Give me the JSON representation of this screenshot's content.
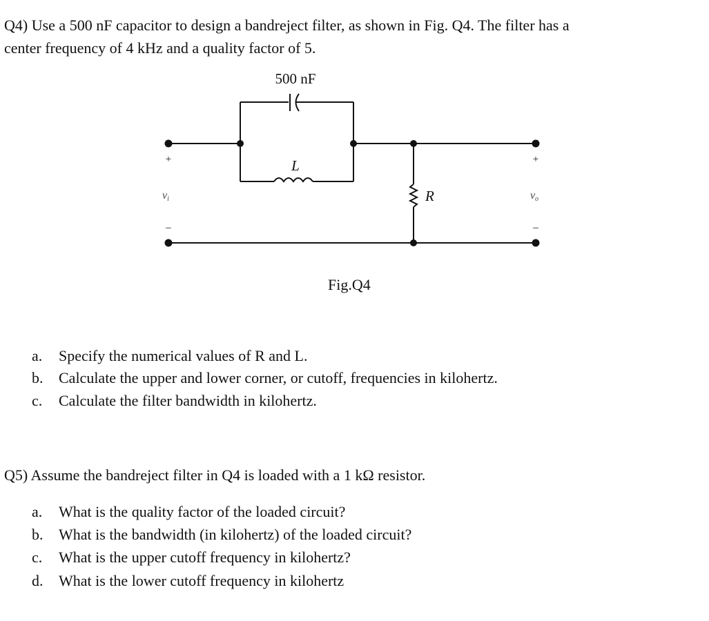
{
  "q4": {
    "line1": "Q4) Use a 500 nF capacitor to design a bandreject filter, as shown in Fig. Q4. The filter has a",
    "line2": "center frequency of 4 kHz and a quality factor of 5.",
    "figure": {
      "capacitor_label": "500 nF",
      "inductor_label": "L",
      "resistor_label": "R",
      "input_label": "v",
      "input_sub": "i",
      "output_label": "v",
      "output_sub": "o",
      "plus": "+",
      "minus": "–",
      "caption": "Fig.Q4"
    },
    "items": [
      {
        "marker": "a.",
        "text": "Specify the numerical values of R and L."
      },
      {
        "marker": "b.",
        "text": "Calculate the upper and lower corner, or cutoff, frequencies in kilohertz."
      },
      {
        "marker": "c.",
        "text": "Calculate the filter bandwidth in kilohertz."
      }
    ]
  },
  "q5": {
    "line1": "Q5) Assume the bandreject filter in Q4 is loaded with a 1 kΩ resistor.",
    "items": [
      {
        "marker": "a.",
        "text": "What is the quality factor of the loaded circuit?"
      },
      {
        "marker": "b.",
        "text": "What is the bandwidth (in kilohertz) of the loaded circuit?"
      },
      {
        "marker": "c.",
        "text": "What is the upper cutoff frequency in kilohertz?"
      },
      {
        "marker": "d.",
        "text": "What is the lower cutoff frequency in kilohertz"
      }
    ]
  }
}
